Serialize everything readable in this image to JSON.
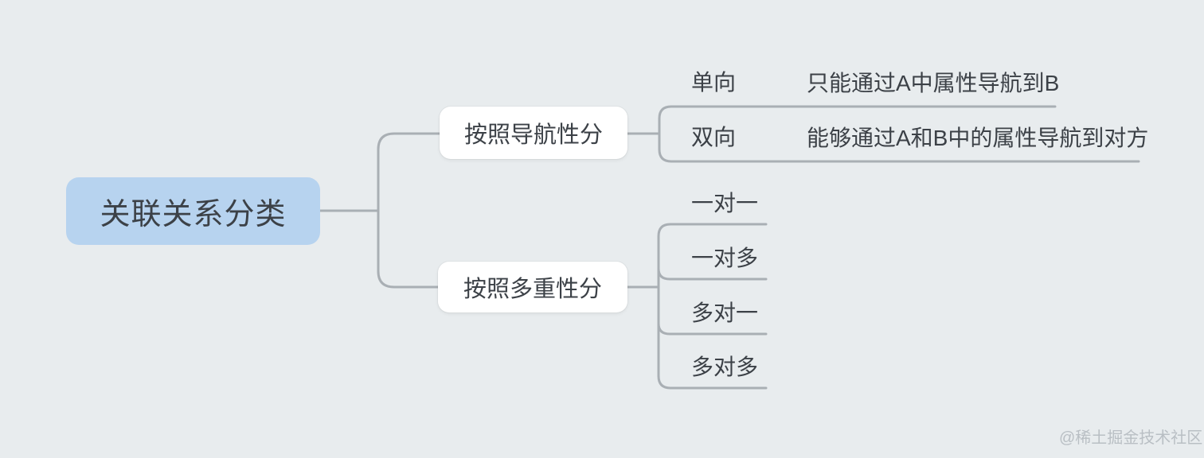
{
  "theme": {
    "background": "#e8ecee",
    "line_color": "#a9afb4",
    "root_fill": "#b7d3ef",
    "text_color": "#3c4147",
    "watermark_color": "#b9bfc4"
  },
  "mindmap": {
    "root": {
      "label": "关联关系分类"
    },
    "branches": [
      {
        "label": "按照导航性分",
        "children": [
          {
            "label": "单向",
            "note": "只能通过A中属性导航到B"
          },
          {
            "label": "双向",
            "note": "能够通过A和B中的属性导航到对方"
          }
        ]
      },
      {
        "label": "按照多重性分",
        "children": [
          {
            "label": "一对一"
          },
          {
            "label": "一对多"
          },
          {
            "label": "多对一"
          },
          {
            "label": "多对多"
          }
        ]
      }
    ]
  },
  "watermark": {
    "text": "@稀土掘金技术社区"
  }
}
